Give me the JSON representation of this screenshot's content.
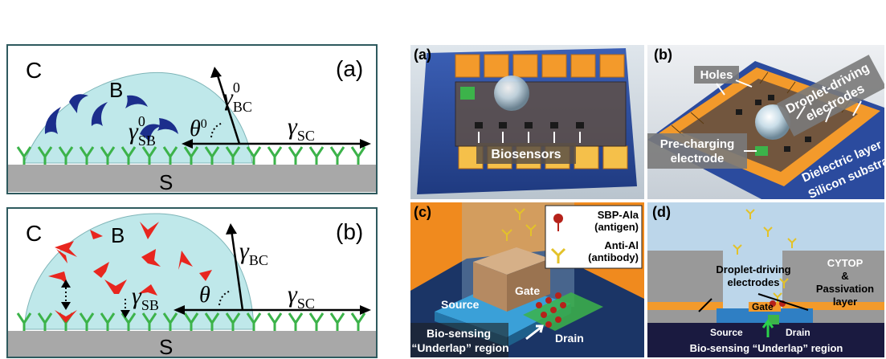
{
  "left": {
    "panel_a": {
      "corner_label": "(a)",
      "region_c": "C",
      "region_b": "B",
      "region_s": "S",
      "gamma": "γ",
      "sub_bc": "BC",
      "sub_sb": "SB",
      "sub_sc": "SC",
      "sup_zero": "0",
      "theta": "θ"
    },
    "panel_b": {
      "corner_label": "(b)",
      "region_c": "C",
      "region_b": "B",
      "region_s": "S",
      "gamma": "γ",
      "sub_bc": "BC",
      "sub_sb": "SB",
      "sub_sc": "SC",
      "theta": "θ"
    }
  },
  "right": {
    "a": {
      "corner_label": "(a)",
      "biosensors": "Biosensors"
    },
    "b": {
      "corner_label": "(b)",
      "holes": "Holes",
      "droplet_driving": "Droplet-driving",
      "electrodes": "electrodes",
      "precharge_1": "Pre-charging",
      "precharge_2": "electrode",
      "dielectric": "Dielectric layer",
      "silicon": "Silicon substrate"
    },
    "c": {
      "corner_label": "(c)",
      "sbp": "SBP-Ala",
      "antigen": "(antigen)",
      "anti": "Anti-Al",
      "antibody": "(antibody)",
      "gate": "Gate",
      "source": "Source",
      "drain": "Drain",
      "bio1": "Bio-sensing",
      "bio2": "“Underlap” region"
    },
    "d": {
      "corner_label": "(d)",
      "cytop": "CYTOP",
      "amp": "&",
      "passivation": "Passivation",
      "layer": "layer",
      "droplet1": "Droplet-driving",
      "droplet2": "electrodes",
      "gate": "Gate",
      "source": "Source",
      "drain": "Drain",
      "bio": "Bio-sensing “Underlap” region"
    }
  },
  "colors": {
    "droplet": "#bfe8ea",
    "substrate": "#a8a8a8",
    "receptor": "#3cb34a",
    "crescent": "#1c2e8c",
    "chevron": "#e8261f",
    "electrode": "#f39a2b",
    "chip_blue": "#2b4b9e"
  }
}
